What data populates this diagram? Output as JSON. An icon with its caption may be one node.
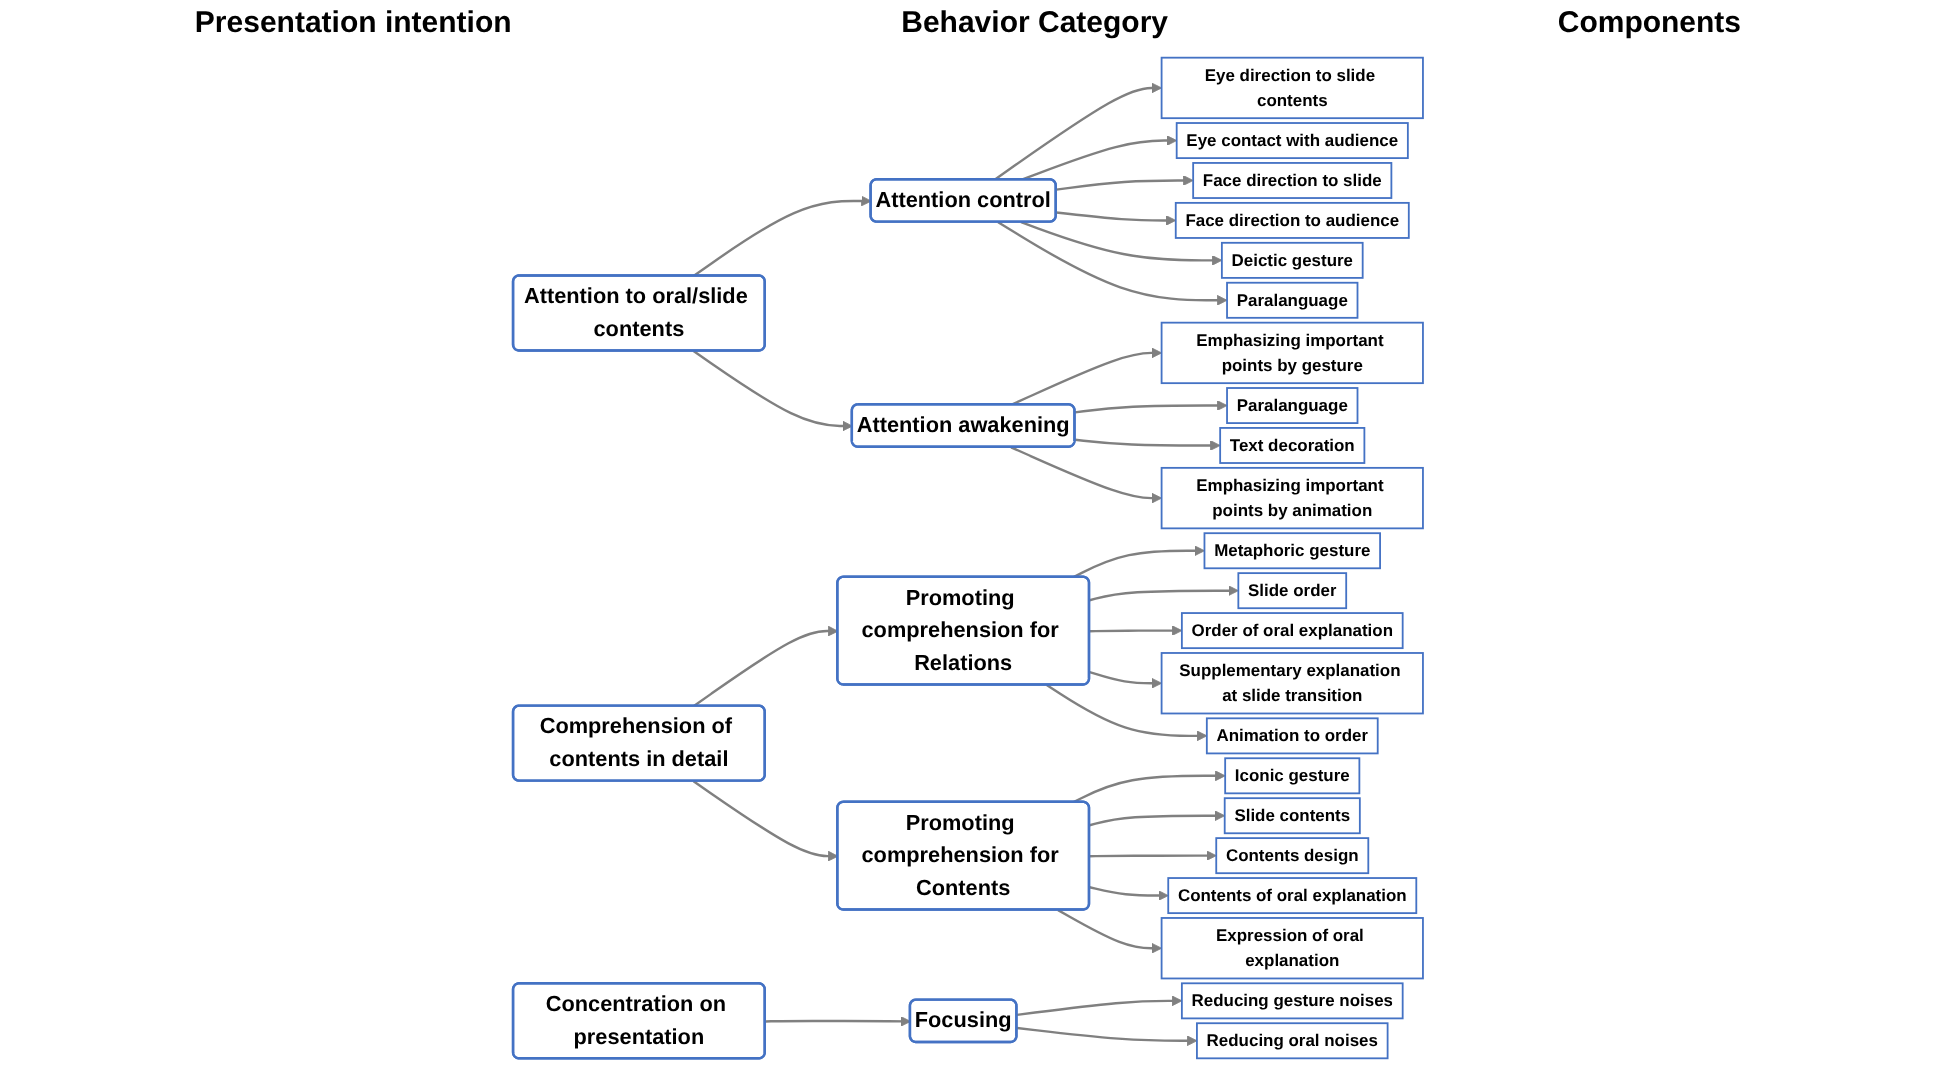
{
  "diagram": {
    "nodes": [
      {
        "text": [
          "Attention to oral/slide contents"
        ]
      },
      {
        "text": [
          "Comprehension of contents in detail"
        ]
      },
      {
        "text": [
          "Concentration on presentation"
        ]
      },
      {
        "text": [
          "Attention control"
        ]
      },
      {
        "text": [
          "Attention awakening"
        ]
      },
      {
        "text": [
          "Promoting comprehension for Relations"
        ]
      },
      {
        "text": [
          "Promoting comprehension for Contents"
        ]
      },
      {
        "text": [
          "Focusing"
        ]
      },
      {
        "text": [
          "Eye direction to slide contents"
        ]
      },
      {
        "text": [
          "Eye contact with audience"
        ]
      },
      {
        "text": [
          "Face direction to slide"
        ]
      },
      {
        "text": [
          "Face direction to audience"
        ]
      },
      {
        "text": [
          "Deictic gesture"
        ]
      },
      {
        "text": [
          "Paralanguage"
        ]
      },
      {
        "text": [
          "Emphasizing important points by gesture"
        ]
      },
      {
        "text": [
          "Paralanguage"
        ]
      },
      {
        "text": [
          "Text decoration"
        ]
      },
      {
        "text": [
          "Emphasizing important points by animation"
        ]
      },
      {
        "text": [
          "Metaphoric gesture"
        ]
      },
      {
        "text": [
          "Slide order"
        ]
      },
      {
        "text": [
          "Order of oral explanation"
        ]
      },
      {
        "text": [
          "Supplementary explanation at slide transition"
        ]
      },
      {
        "text": [
          "Animation to order"
        ]
      },
      {
        "text": [
          "Iconic gesture"
        ]
      },
      {
        "text": [
          "Slide contents"
        ]
      },
      {
        "text": [
          "Contents design"
        ]
      },
      {
        "text": [
          "Contents of oral explanation"
        ]
      },
      {
        "text": [
          "Expression of oral explanation"
        ]
      },
      {
        "text": [
          "Reducing gesture noises"
        ]
      },
      {
        "text": [
          "Reducing oral noises"
        ]
      }
    ],
    "edges": [
      {
        "from": 0,
        "to": 3,
        "arrow": "to"
      },
      {
        "from": 0,
        "to": 4,
        "arrow": "to"
      },
      {
        "from": 1,
        "to": 5,
        "arrow": "to"
      },
      {
        "from": 1,
        "to": 6,
        "arrow": "to"
      },
      {
        "from": 2,
        "to": 7,
        "arrow": "to"
      },
      {
        "from": 3,
        "to": 8,
        "arrow": "to"
      },
      {
        "from": 3,
        "to": 9,
        "arrow": "to"
      },
      {
        "from": 3,
        "to": 10,
        "arrow": "to"
      },
      {
        "from": 3,
        "to": 11,
        "arrow": "to"
      },
      {
        "from": 3,
        "to": 12,
        "arrow": "to"
      },
      {
        "from": 3,
        "to": 13,
        "arrow": "to"
      },
      {
        "from": 4,
        "to": 14,
        "arrow": "to"
      },
      {
        "from": 4,
        "to": 15,
        "arrow": "to"
      },
      {
        "from": 4,
        "to": 16,
        "arrow": "to"
      },
      {
        "from": 4,
        "to": 17,
        "arrow": "to"
      },
      {
        "from": 5,
        "to": 18,
        "arrow": "to"
      },
      {
        "from": 5,
        "to": 19,
        "arrow": "to"
      },
      {
        "from": 5,
        "to": 20,
        "arrow": "to"
      },
      {
        "from": 5,
        "to": 21,
        "arrow": "to"
      },
      {
        "from": 5,
        "to": 22,
        "arrow": "to"
      },
      {
        "from": 6,
        "to": 23,
        "arrow": "to"
      },
      {
        "from": 6,
        "to": 24,
        "arrow": "to"
      },
      {
        "from": 6,
        "to": 25,
        "arrow": "to"
      },
      {
        "from": 6,
        "to": 26,
        "arrow": "to"
      },
      {
        "from": 6,
        "to": 27,
        "arrow": "to"
      },
      {
        "from": 7,
        "to": 28,
        "arrow": "to"
      },
      {
        "from": 7,
        "to": 29,
        "arrow": "to"
      }
    ],
    "labels": [
      "Presentation intention",
      "Behavior Category",
      "Components"
    ]
  }
}
